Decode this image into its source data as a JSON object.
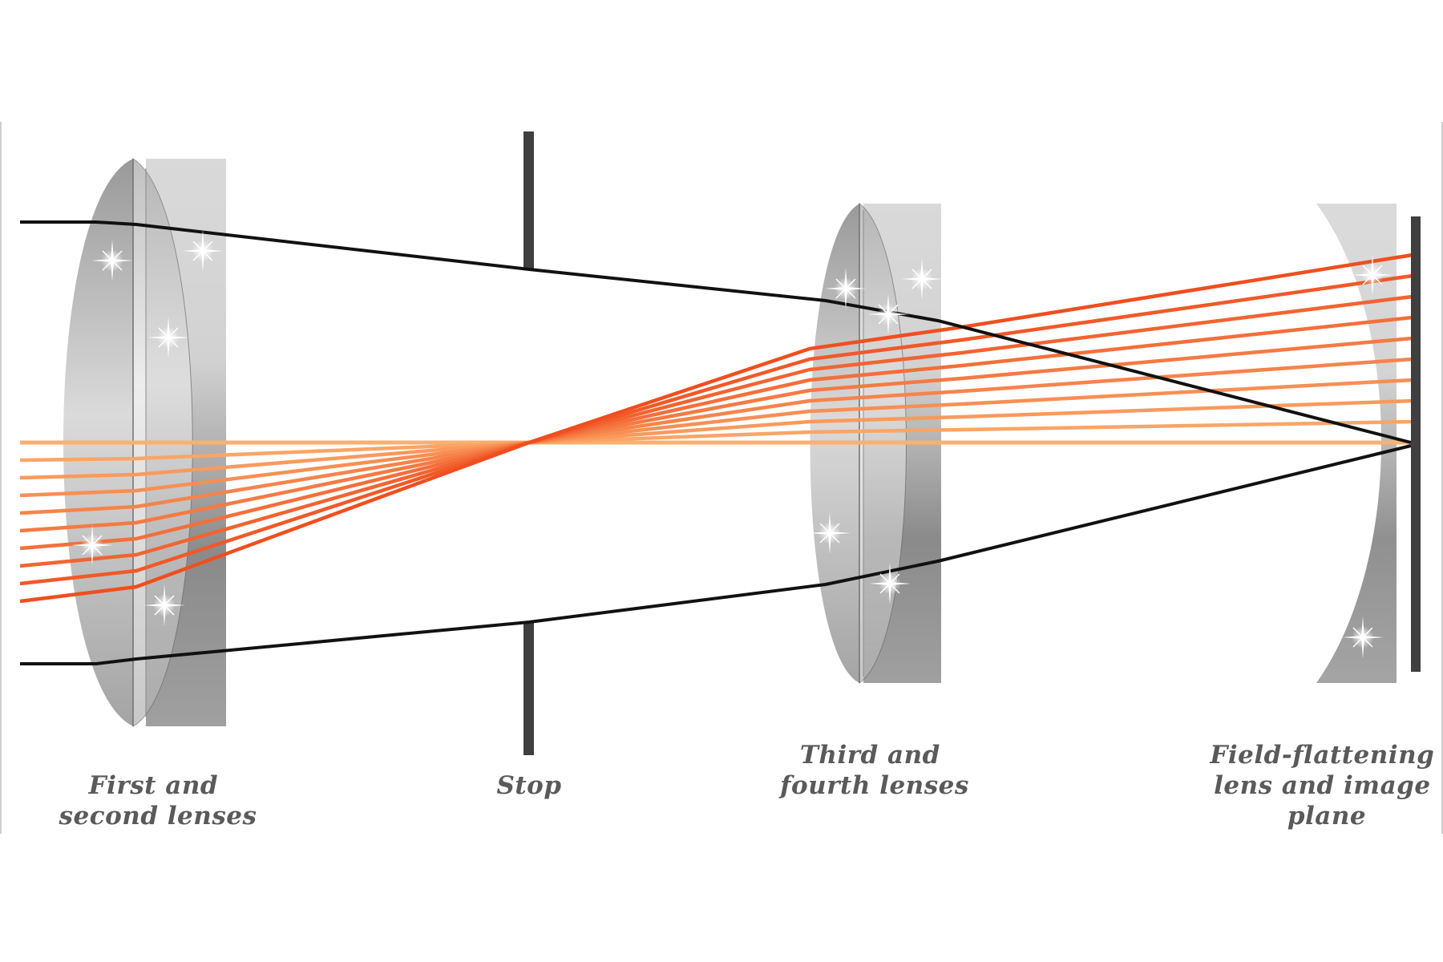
{
  "colors": {
    "ray_outer": "#f04e1f",
    "ray_inner": "#fbb06f",
    "marginal_ray": "#111111",
    "stop": "#3f3f3f",
    "image_plane": "#3f3f3f",
    "label_text": "#5a5a5a"
  },
  "labels": {
    "first_second": [
      "First and",
      "second lenses"
    ],
    "stop": [
      "Stop"
    ],
    "third_fourth": [
      "Third and",
      "fourth lenses"
    ],
    "field_flattening": [
      "Field-flattening",
      "lens and image",
      "plane"
    ]
  }
}
